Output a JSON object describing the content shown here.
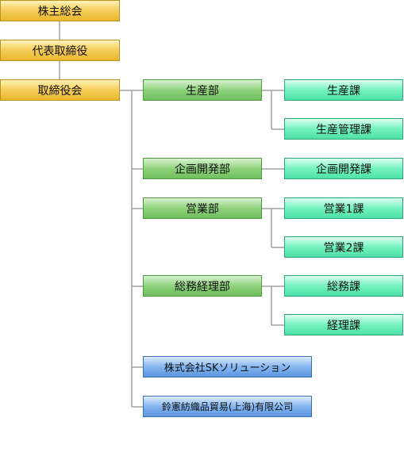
{
  "org": {
    "shareholders": "株主総会",
    "representative": "代表取締役",
    "board": "取締役会",
    "departments": [
      {
        "name": "生産部",
        "sections": [
          "生産課",
          "生産管理課"
        ]
      },
      {
        "name": "企画開発部",
        "sections": [
          "企画開発課"
        ]
      },
      {
        "name": "営業部",
        "sections": [
          "営業1課",
          "営業2課"
        ]
      },
      {
        "name": "総務経理部",
        "sections": [
          "総務課",
          "経理課"
        ]
      }
    ],
    "subsidiaries": [
      "株式会社SKソリューション",
      "鈴憲紡織品貿易(上海)有限公司"
    ]
  },
  "colors": {
    "gold": "#f6cf5e",
    "department": "#8fd27d",
    "section": "#74f2c0",
    "subsidiary": "#84b6f0",
    "connector": "#a0a0a0"
  }
}
